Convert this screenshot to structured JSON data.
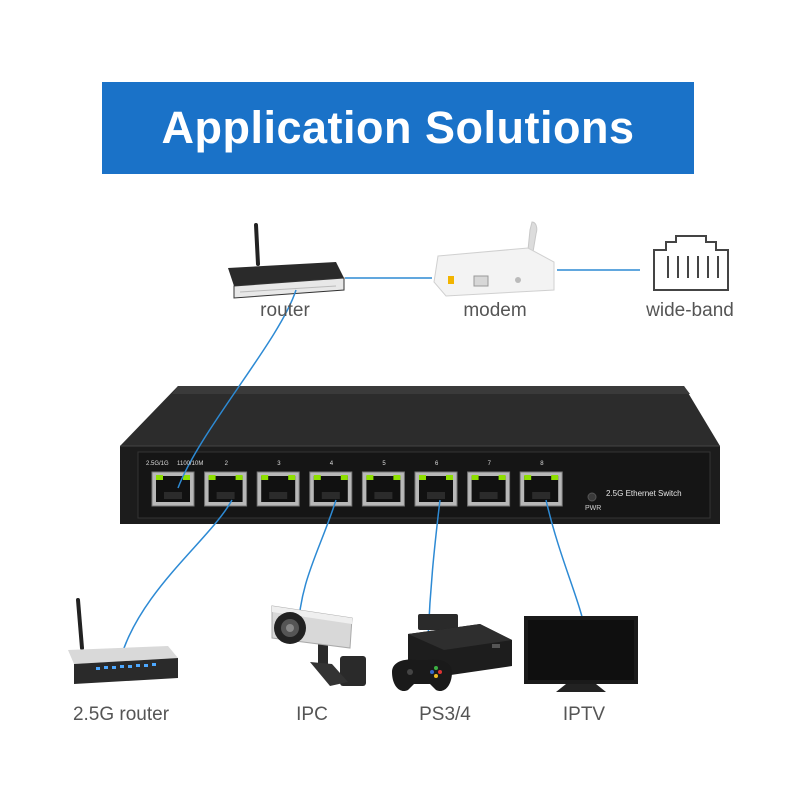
{
  "banner": {
    "title": "Application Solutions"
  },
  "labels": {
    "router": "router",
    "modem": "modem",
    "wide_band": "wide-band",
    "router_25g": "2.5G router",
    "ipc": "IPC",
    "ps": "PS3/4",
    "iptv": "IPTV"
  },
  "switch": {
    "name": "2.5G Ethernet Switch",
    "pwr": "PWR",
    "speed_left": "2.5G/1G",
    "speed_right": "100/10M",
    "ports": [
      "1",
      "2",
      "3",
      "4",
      "5",
      "6",
      "7",
      "8"
    ]
  },
  "colors": {
    "banner": "#1a72c8",
    "link": "#2d8ad4",
    "led_green": "#8ee000",
    "switch_body": "#1c1c1c"
  }
}
